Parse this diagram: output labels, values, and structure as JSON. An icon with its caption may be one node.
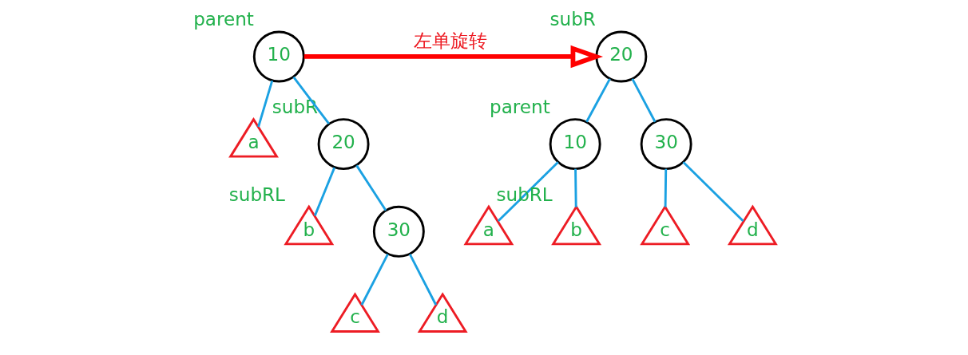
{
  "diagram": {
    "nodes": [
      {
        "text": [
          "10"
        ],
        "beside": [
          "parent"
        ]
      },
      {
        "text": [
          "a"
        ]
      },
      {
        "text": [
          "20"
        ],
        "beside": [
          "subR"
        ]
      },
      {
        "text": [
          "b"
        ],
        "beside": [
          "subRL"
        ]
      },
      {
        "text": [
          "30"
        ]
      },
      {
        "text": [
          "c"
        ]
      },
      {
        "text": [
          "d"
        ]
      },
      {
        "text": [
          "20"
        ],
        "beside": [
          "subR"
        ]
      },
      {
        "text": [
          "10"
        ],
        "beside": [
          "parent"
        ]
      },
      {
        "text": [
          "30"
        ]
      },
      {
        "text": [
          "a"
        ]
      },
      {
        "text": [
          "b"
        ],
        "beside": [
          "subRL"
        ]
      },
      {
        "text": [
          "c"
        ]
      },
      {
        "text": [
          "d"
        ]
      }
    ],
    "edges": [
      {
        "from": 0,
        "to": 1,
        "arrow": "none"
      },
      {
        "from": 0,
        "to": 2,
        "arrow": "none"
      },
      {
        "from": 2,
        "to": 3,
        "arrow": "none"
      },
      {
        "from": 2,
        "to": 4,
        "arrow": "none"
      },
      {
        "from": 4,
        "to": 5,
        "arrow": "none"
      },
      {
        "from": 4,
        "to": 6,
        "arrow": "none"
      },
      {
        "from": 7,
        "to": 8,
        "arrow": "none"
      },
      {
        "from": 7,
        "to": 9,
        "arrow": "none"
      },
      {
        "from": 8,
        "to": 10,
        "arrow": "none"
      },
      {
        "from": 8,
        "to": 11,
        "arrow": "none"
      },
      {
        "from": 9,
        "to": 12,
        "arrow": "none"
      },
      {
        "from": 9,
        "to": 13,
        "arrow": "none"
      },
      {
        "from": 0,
        "to": 7,
        "arrow": "to",
        "label": "左单旋转",
        "style": "thick",
        "color": "#ff0000"
      }
    ]
  }
}
